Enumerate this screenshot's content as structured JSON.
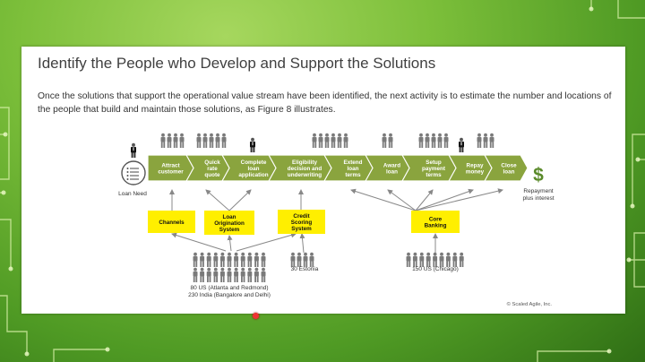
{
  "slide": {
    "title": "Identify the People who Develop and Support the Solutions",
    "description": "Once the solutions that support the operational value stream have been identified, the next activity is to estimate the number and locations of the people that build and maintain those solutions, as Figure 8 illustrates.",
    "copyright": "© Scaled Agile, Inc."
  },
  "diagram": {
    "start_label": "Loan Need",
    "end_label": [
      "Repayment",
      "plus interest"
    ],
    "end_symbol": "$",
    "steps": [
      {
        "lines": [
          "Attract",
          "customer"
        ]
      },
      {
        "lines": [
          "Quick",
          "rate",
          "quote"
        ]
      },
      {
        "lines": [
          "Complete",
          "loan",
          "application"
        ]
      },
      {
        "lines": [
          "Eligibility",
          "decision and",
          "underwriting"
        ]
      },
      {
        "lines": [
          "Extend",
          "loan",
          "terms"
        ]
      },
      {
        "lines": [
          "Award",
          "loan"
        ]
      },
      {
        "lines": [
          "Setup",
          "payment",
          "terms"
        ]
      },
      {
        "lines": [
          "Repay",
          "money"
        ]
      },
      {
        "lines": [
          "Close",
          "loan"
        ]
      }
    ],
    "systems": [
      {
        "lines": [
          "Channels"
        ]
      },
      {
        "lines": [
          "Loan",
          "Origination",
          "System"
        ]
      },
      {
        "lines": [
          "Credit",
          "Scoring",
          "System"
        ]
      },
      {
        "lines": [
          "Core",
          "Banking"
        ]
      }
    ],
    "people_groups": [
      {
        "lines": [
          "80 US (Atlanta and Redmond)",
          "230 India (Bangalore and Delhi)"
        ]
      },
      {
        "lines": [
          "30 Estonia"
        ]
      },
      {
        "lines": [
          "150 US (Chicago)"
        ]
      }
    ],
    "colors": {
      "chevron": "#8aa43e",
      "system_box": "#ffef00",
      "people": "#7a7a7a",
      "arrow": "#888888"
    }
  }
}
